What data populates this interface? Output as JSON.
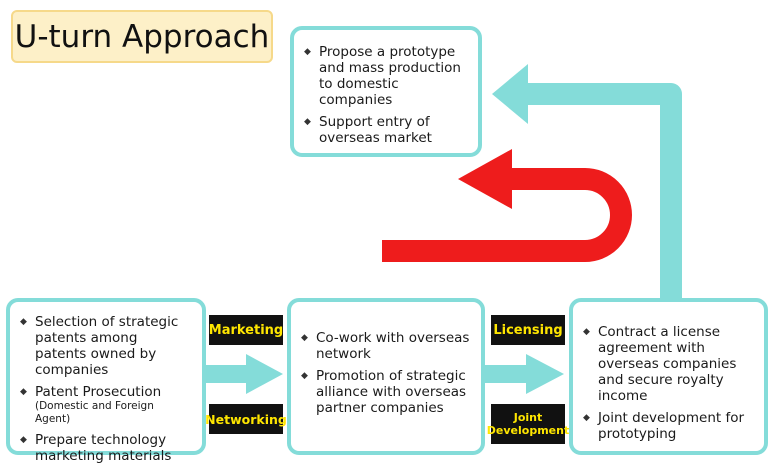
{
  "title": "U-turn Approach",
  "colors": {
    "box_border": "#84dcd9",
    "arrow_teal": "#84dcd9",
    "arrow_red": "#ee1c1c",
    "tag_background": "#111111",
    "tag_text": "#ffe600",
    "title_background": "#fdf0c8"
  },
  "top_box": {
    "items": [
      "Propose a prototype and mass production to domestic companies",
      "Support entry of overseas market"
    ]
  },
  "left_box": {
    "item1": "Selection of strategic patents among patents owned by companies",
    "item2": "Patent Prosecution",
    "item2_sub": "(Domestic and Foreign Agent)",
    "item3": "Prepare technology marketing materials"
  },
  "middle_box": {
    "items": [
      "Co-work with overseas network",
      "Promotion of strategic alliance with overseas partner companies"
    ]
  },
  "right_box": {
    "items": [
      "Contract a license agreement with overseas companies and secure royalty  income",
      "Joint development for prototyping"
    ]
  },
  "tags": {
    "marketing": "Marketing",
    "networking": "Networking",
    "licensing": "Licensing",
    "joint_development": "Joint Development"
  }
}
